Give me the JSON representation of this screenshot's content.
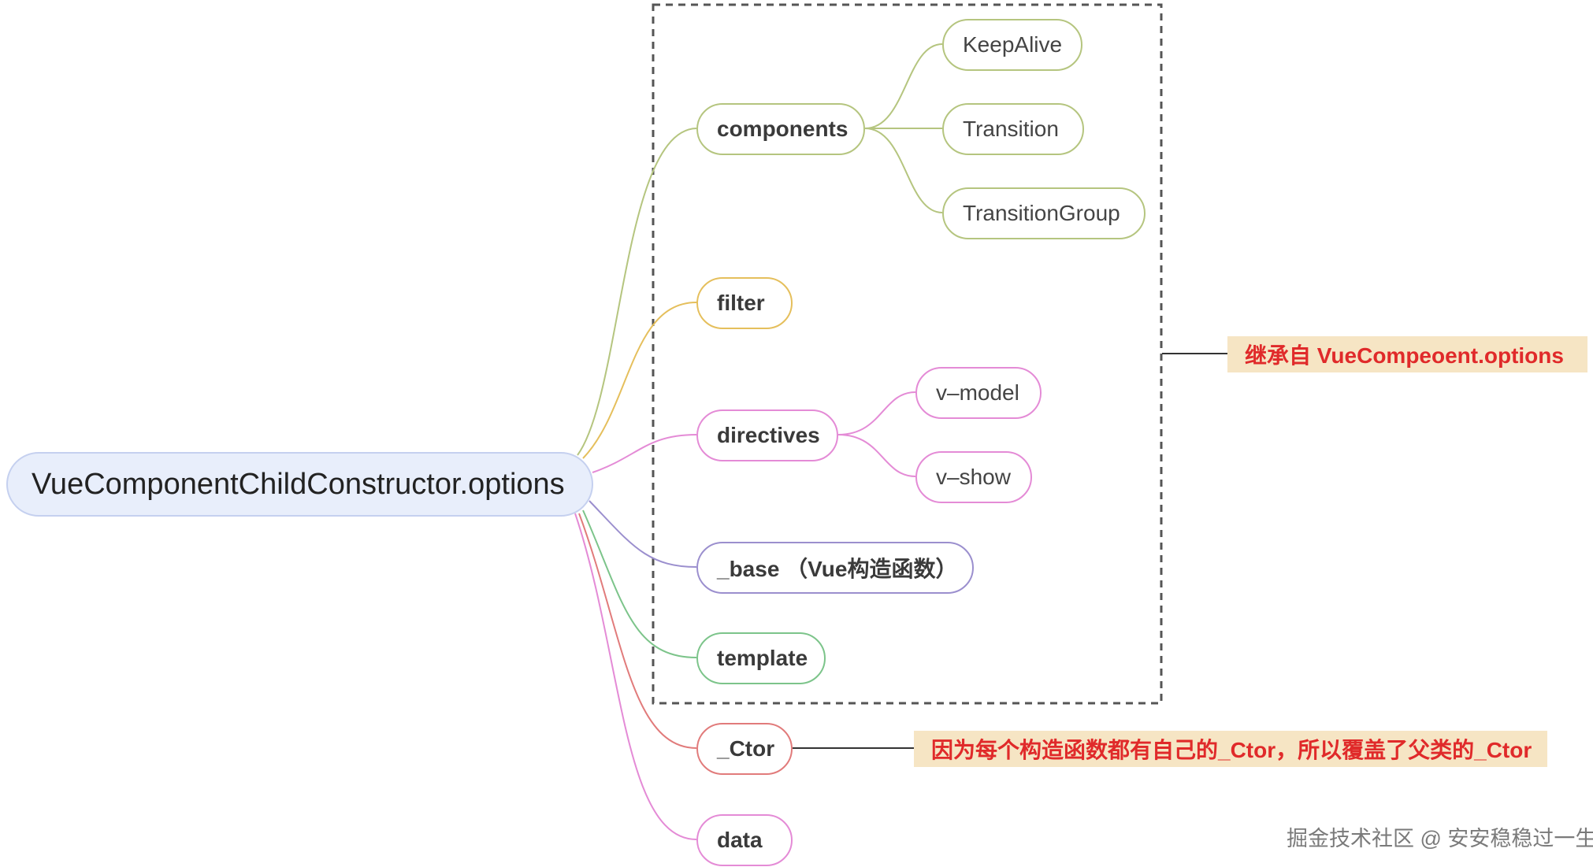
{
  "root": {
    "label": "VueComponentChildConstructor.options"
  },
  "branches": {
    "components": {
      "label": "components",
      "color": "#b5c57f",
      "children": [
        "KeepAlive",
        "Transition",
        "TransitionGroup"
      ]
    },
    "filter": {
      "label": "filter",
      "color": "#e5bf5c"
    },
    "directives": {
      "label": "directives",
      "color": "#e48bd6",
      "children": [
        "v–model",
        "v–show"
      ]
    },
    "base": {
      "label": "_base （Vue构造函数）",
      "color": "#9b8fce"
    },
    "template": {
      "label": "template",
      "color": "#7cc48a"
    },
    "ctor": {
      "label": "_Ctor",
      "color": "#e17b7b"
    },
    "data": {
      "label": "data",
      "color": "#e48bd6"
    }
  },
  "notes": {
    "inherit": "继承自 VueCompeoent.options",
    "ctor": "因为每个构造函数都有自己的_Ctor，所以覆盖了父类的_Ctor"
  },
  "watermark": "掘金技术社区 @ 安安稳稳过一生"
}
